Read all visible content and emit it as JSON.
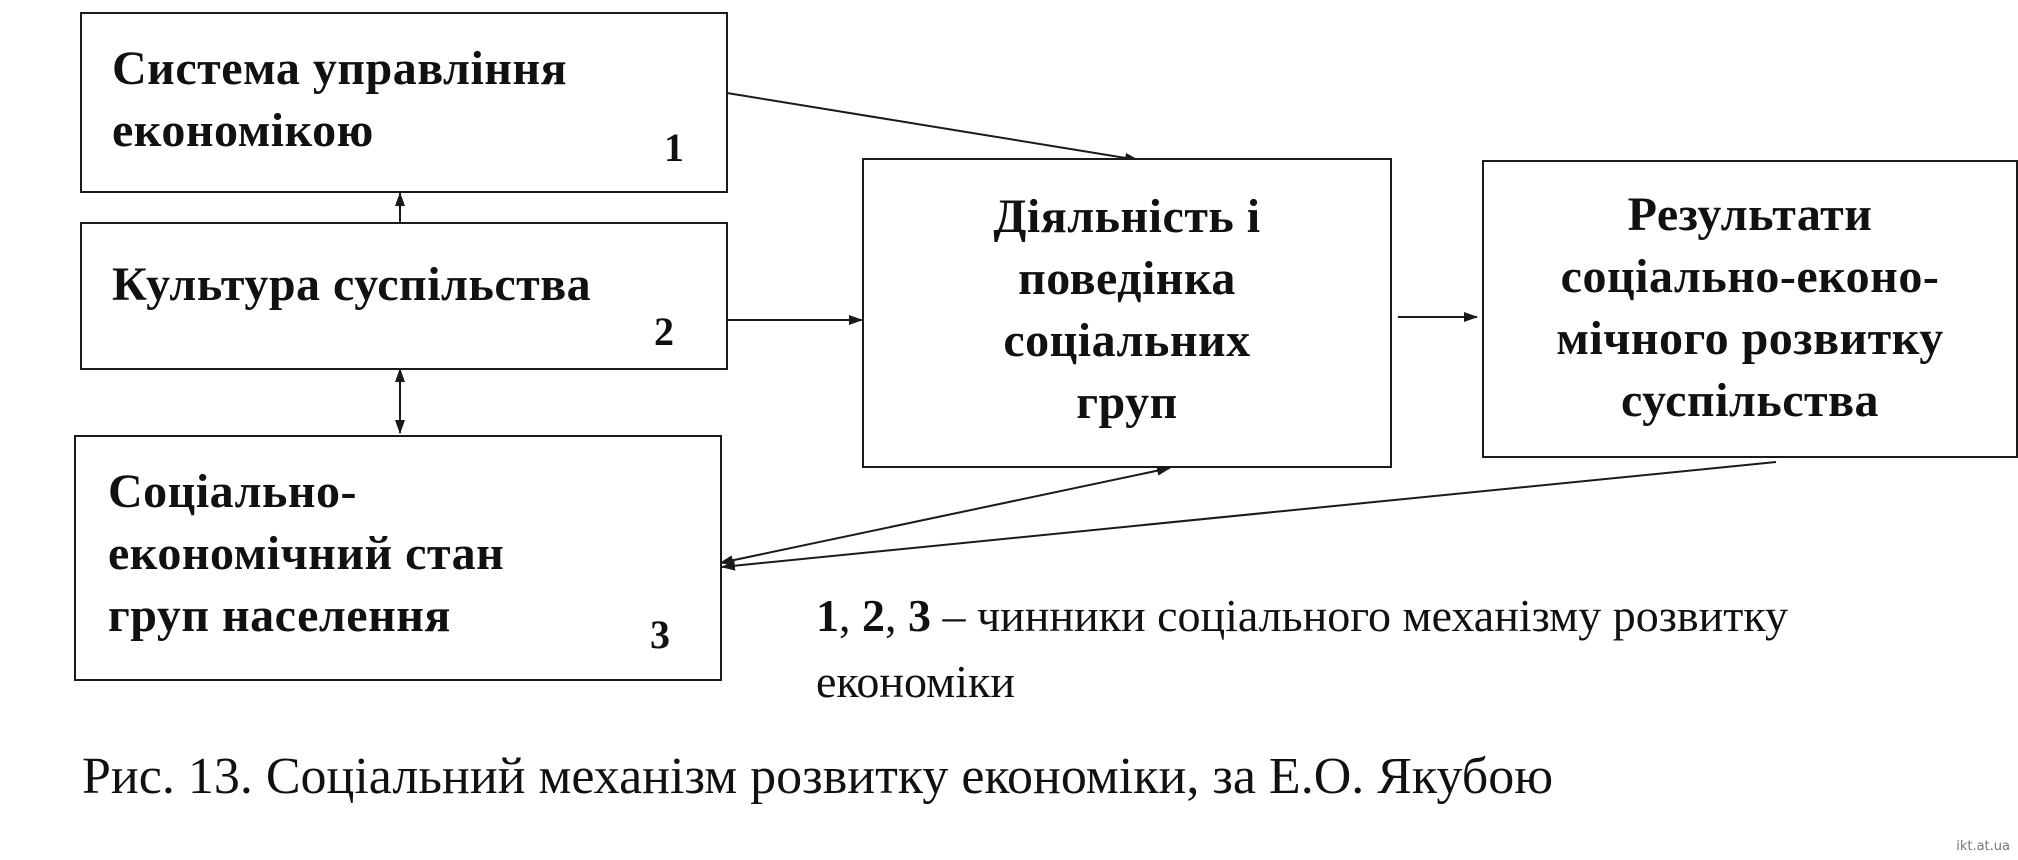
{
  "boxes": {
    "box1": {
      "title": "Система управління\nекономікою",
      "number": "1"
    },
    "box2": {
      "title": "Культура суспільства",
      "number": "2"
    },
    "box3": {
      "title": "Соціально-\nекономічний стан\nгруп населення",
      "number": "3"
    },
    "activity": {
      "title": "Діяльність і\nповедінка\nсоціальних\nгруп"
    },
    "results": {
      "title": "Результати\nсоціально-еконо-\nмічного розвитку\nсуспільства"
    }
  },
  "legend": {
    "n1": "1",
    "n2": "2",
    "n3": "3",
    "sep": ", ",
    "text": " – чинники соціального механізму розвитку",
    "text2": "економіки"
  },
  "caption": "Рис. 13. Соціальний механізм розвитку економіки, за Е.О. Якубою",
  "watermark": "ikt.at.ua"
}
